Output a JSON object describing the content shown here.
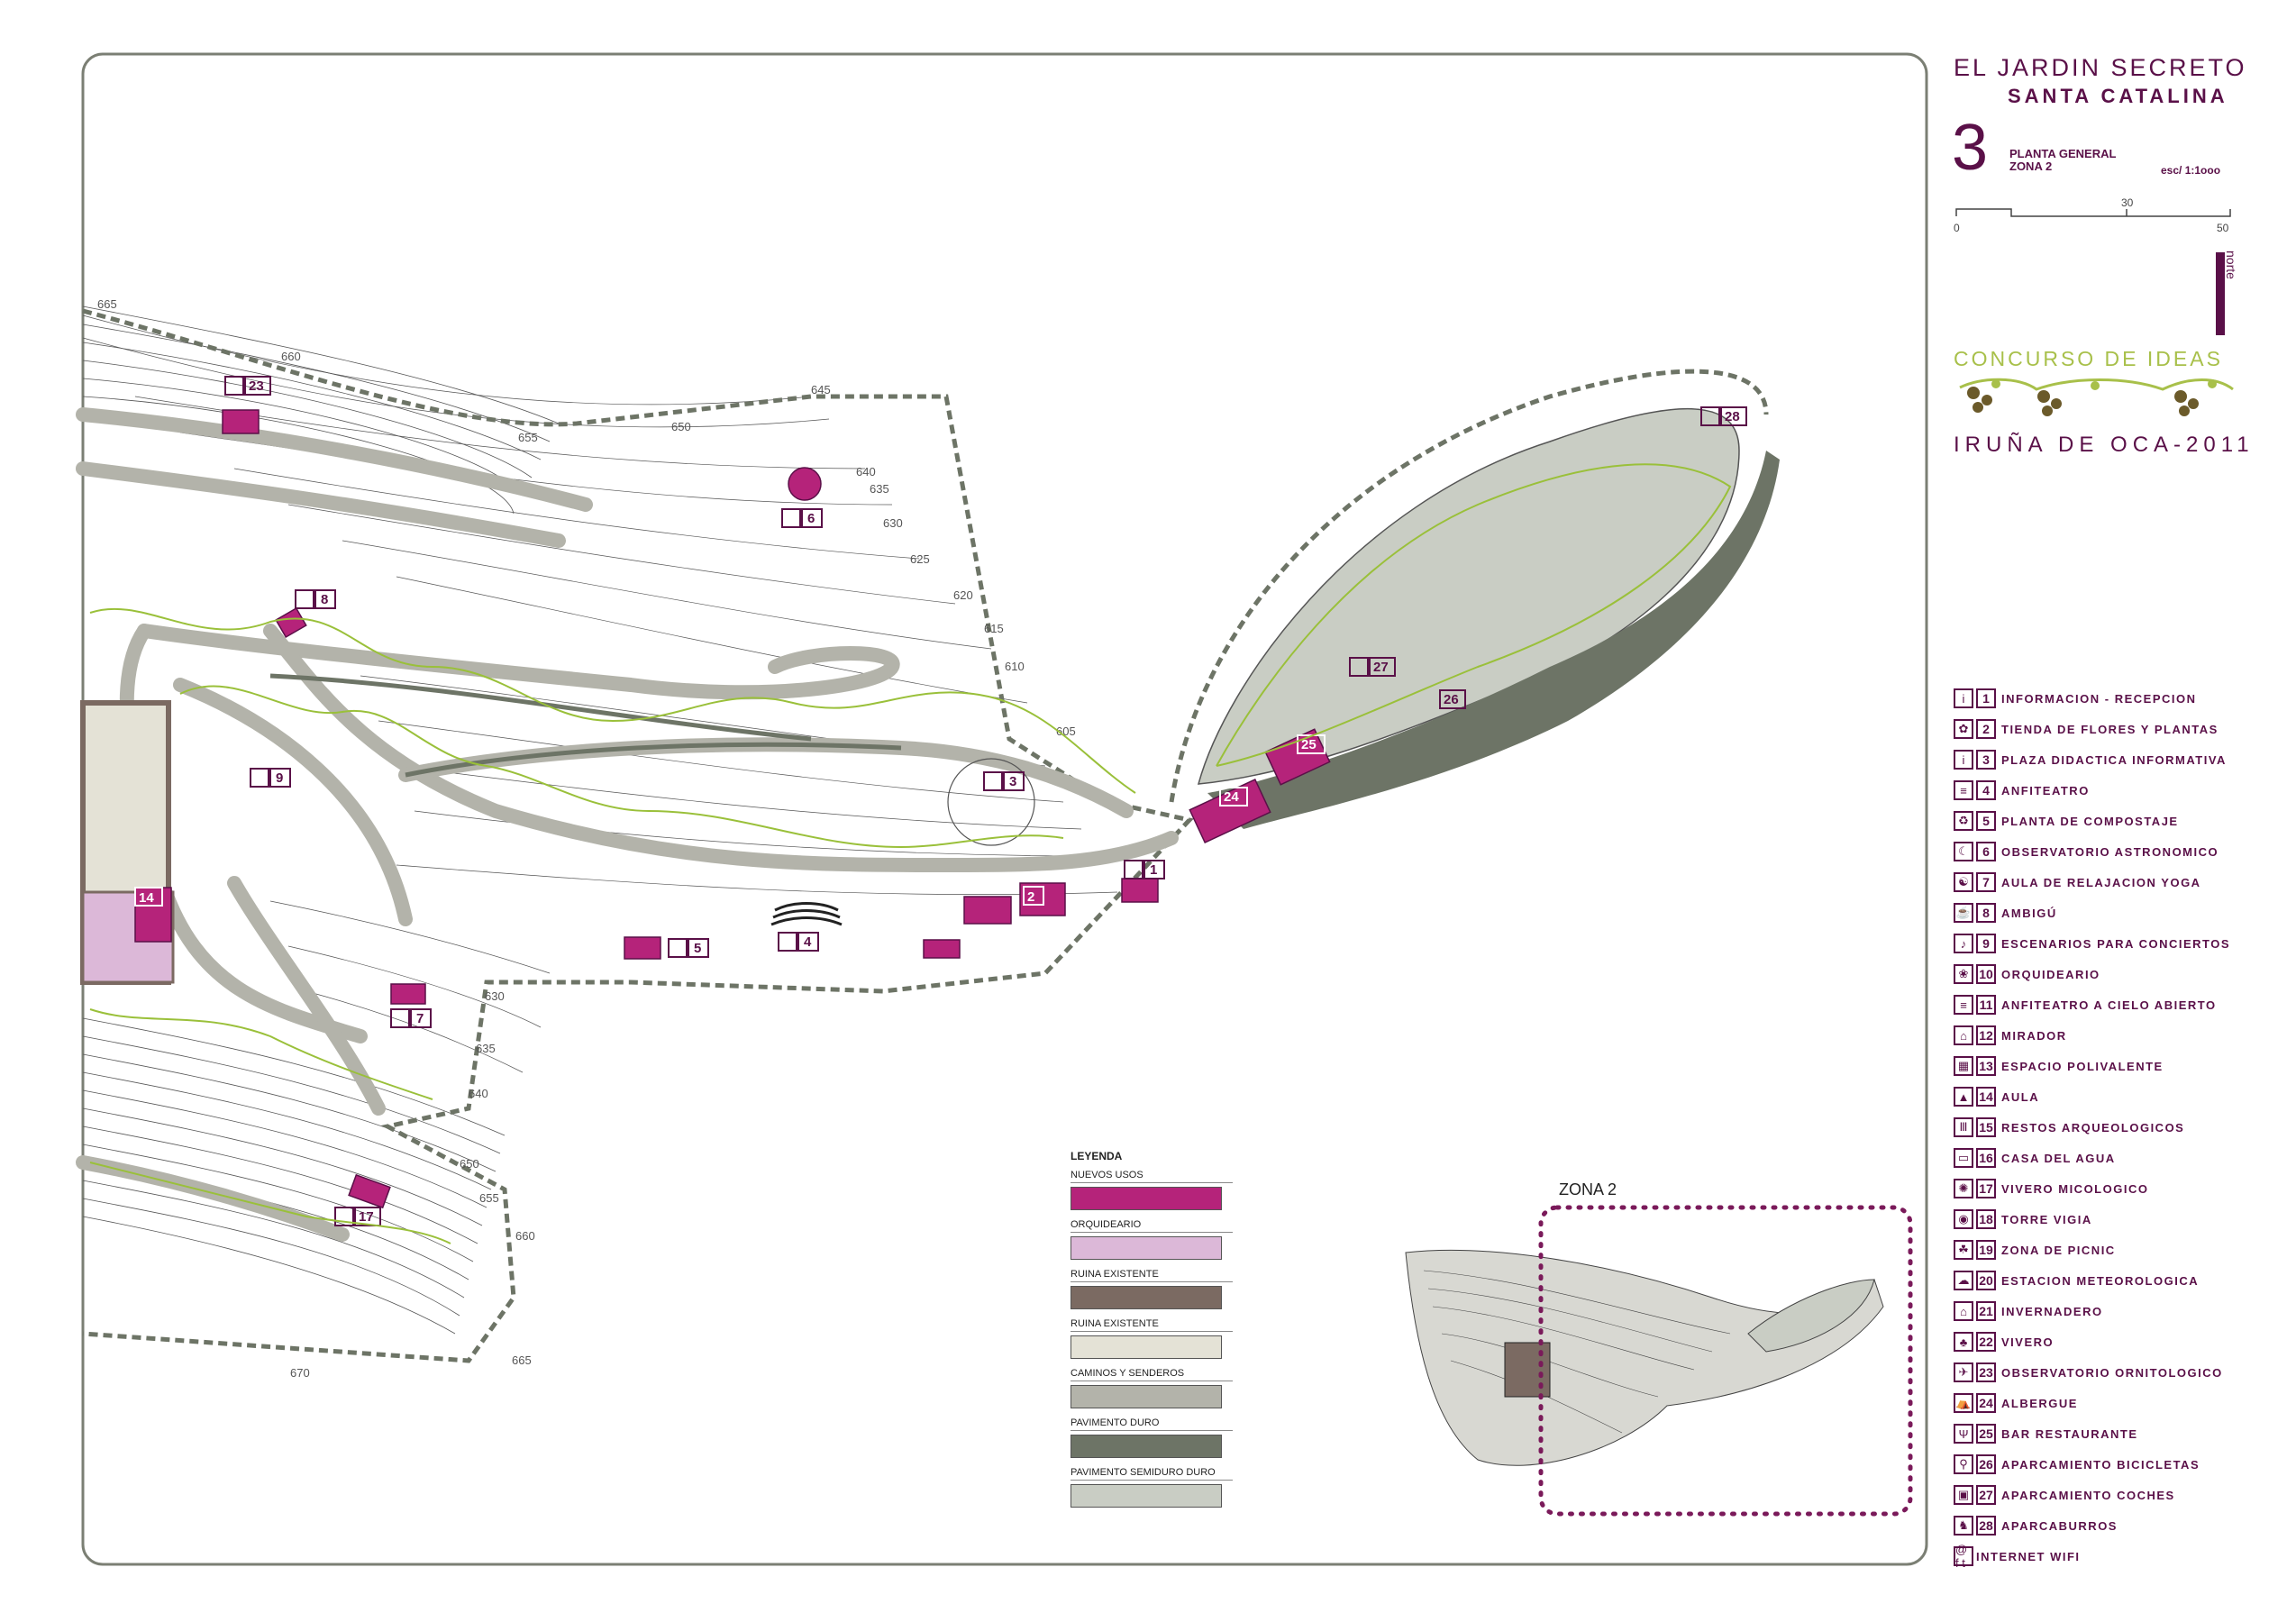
{
  "title": {
    "project": "EL JARDIN SECRETO",
    "site": "SANTA CATALINA",
    "sheet_number": "3",
    "plan_type_line1": "PLANTA GENERAL",
    "plan_type_line2": "ZONA 2",
    "scale": "esc/ 1:1ooo",
    "scale_ticks": [
      "0",
      "30",
      "50"
    ],
    "north_label": "norte",
    "competition": "CONCURSO DE IDEAS",
    "competition_place": "IRUÑA DE OCA-2011"
  },
  "colors": {
    "nuevos_usos": "#b5237a",
    "orquideario": "#dcb8d8",
    "ruina_oscura": "#7b6a62",
    "ruina_clara": "#e4e2d6",
    "caminos": "#b3b3aa",
    "pavimento_duro": "#6d7466",
    "pavimento_semiduro": "#c9cdc4",
    "vegetation_line": "#9ac03a",
    "brand": "#5a1048",
    "frame": "#7b7f74"
  },
  "legend_left": {
    "title": "LEYENDA",
    "items": [
      {
        "label": "NUEVOS USOS",
        "color": "#b5237a"
      },
      {
        "label": "ORQUIDEARIO",
        "color": "#dcb8d8"
      },
      {
        "label": "RUINA EXISTENTE",
        "color": "#7b6a62"
      },
      {
        "label": "RUINA EXISTENTE",
        "color": "#e4e2d6"
      },
      {
        "label": "CAMINOS Y SENDEROS",
        "color": "#b3b3aa"
      },
      {
        "label": "PAVIMENTO DURO",
        "color": "#6d7466"
      },
      {
        "label": "PAVIMENTO SEMIDURO DURO",
        "color": "#c9cdc4"
      }
    ]
  },
  "legend_right": [
    {
      "num": "1",
      "icon": "i",
      "label": "INFORMACION - RECEPCION"
    },
    {
      "num": "2",
      "icon": "✿",
      "label": "TIENDA DE FLORES Y PLANTAS"
    },
    {
      "num": "3",
      "icon": "i",
      "label": "PLAZA DIDACTICA INFORMATIVA"
    },
    {
      "num": "4",
      "icon": "≡",
      "label": "ANFITEATRO"
    },
    {
      "num": "5",
      "icon": "♻",
      "label": "PLANTA DE COMPOSTAJE"
    },
    {
      "num": "6",
      "icon": "☾",
      "label": "OBSERVATORIO ASTRONOMICO"
    },
    {
      "num": "7",
      "icon": "☯",
      "label": "AULA DE RELAJACION YOGA"
    },
    {
      "num": "8",
      "icon": "☕",
      "label": "AMBIGÚ"
    },
    {
      "num": "9",
      "icon": "♪",
      "label": "ESCENARIOS PARA CONCIERTOS"
    },
    {
      "num": "10",
      "icon": "❀",
      "label": "ORQUIDEARIO"
    },
    {
      "num": "11",
      "icon": "≡",
      "label": "ANFITEATRO A CIELO ABIERTO"
    },
    {
      "num": "12",
      "icon": "⌂",
      "label": "MIRADOR"
    },
    {
      "num": "13",
      "icon": "▦",
      "label": "ESPACIO POLIVALENTE"
    },
    {
      "num": "14",
      "icon": "▲",
      "label": "AULA"
    },
    {
      "num": "15",
      "icon": "Ⅲ",
      "label": "RESTOS ARQUEOLOGICOS"
    },
    {
      "num": "16",
      "icon": "▭",
      "label": "CASA DEL AGUA"
    },
    {
      "num": "17",
      "icon": "✺",
      "label": "VIVERO MICOLOGICO"
    },
    {
      "num": "18",
      "icon": "◉",
      "label": "TORRE VIGIA"
    },
    {
      "num": "19",
      "icon": "☘",
      "label": "ZONA DE PICNIC"
    },
    {
      "num": "20",
      "icon": "☁",
      "label": "ESTACION METEOROLOGICA"
    },
    {
      "num": "21",
      "icon": "⌂",
      "label": "INVERNADERO"
    },
    {
      "num": "22",
      "icon": "♣",
      "label": "VIVERO"
    },
    {
      "num": "23",
      "icon": "✈",
      "label": "OBSERVATORIO ORNITOLOGICO"
    },
    {
      "num": "24",
      "icon": "⛺",
      "label": "ALBERGUE"
    },
    {
      "num": "25",
      "icon": "Ψ",
      "label": "BAR RESTAURANTE"
    },
    {
      "num": "26",
      "icon": "⚲",
      "label": "APARCAMIENTO BICICLETAS"
    },
    {
      "num": "27",
      "icon": "▣",
      "label": "APARCAMIENTO COCHES"
    },
    {
      "num": "28",
      "icon": "♞",
      "label": "APARCABURROS"
    },
    {
      "num": "",
      "icon": "@ f t",
      "label": "INTERNET WIFI"
    }
  ],
  "contours": [
    "665",
    "660",
    "655",
    "650",
    "645",
    "640",
    "635",
    "630",
    "625",
    "620",
    "615",
    "610",
    "605",
    "630",
    "635",
    "640",
    "650",
    "655",
    "660",
    "665",
    "670"
  ],
  "map_labels": [
    "23",
    "6",
    "8",
    "9",
    "3",
    "2",
    "1",
    "5",
    "4",
    "7",
    "14",
    "17",
    "24",
    "25",
    "26",
    "27",
    "28"
  ],
  "inset_title": "ZONA 2"
}
